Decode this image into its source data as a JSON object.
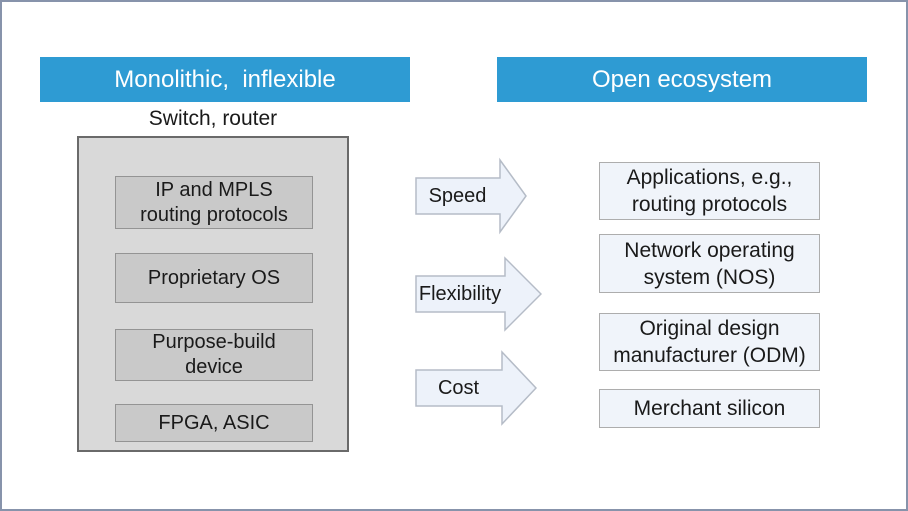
{
  "colors": {
    "header_bg": "#2E9BD3",
    "header_text": "#FFFFFF",
    "page_border": "#8793AB",
    "container_fill": "#D9D9D9",
    "container_border": "#6A6A6A",
    "inner_box_fill": "#C9C9C9",
    "inner_box_border": "#949494",
    "right_box_fill": "#F0F4FA",
    "right_box_border": "#ADADAD",
    "arrow_fill": "#EDF2FA",
    "arrow_border": "#B5BCC7",
    "text_dark": "#1A1A1A"
  },
  "left_column": {
    "header": "Monolithic,  inflexible",
    "caption": "Switch, router",
    "stack_items": [
      "IP and MPLS routing protocols",
      "Proprietary OS",
      "Purpose-build device",
      "FPGA, ASIC"
    ]
  },
  "right_column": {
    "header": "Open ecosystem",
    "items": [
      "Applications, e.g., routing protocols",
      "Network operating system (NOS)",
      "Original design manufacturer (ODM)",
      "Merchant silicon"
    ]
  },
  "arrows": [
    {
      "label": "Speed"
    },
    {
      "label": "Flexibility"
    },
    {
      "label": "Cost"
    }
  ]
}
